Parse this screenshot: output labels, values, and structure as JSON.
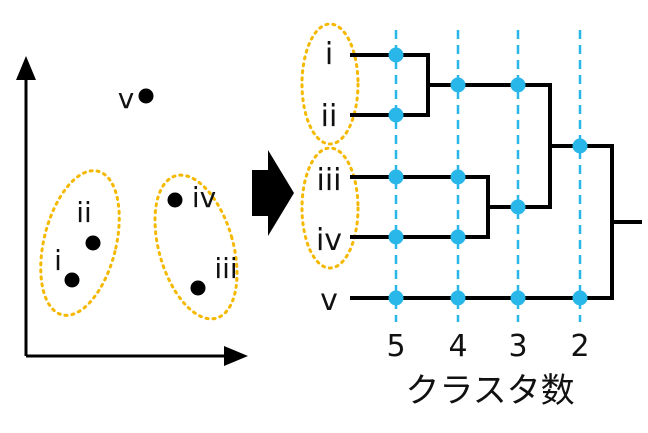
{
  "scatter": {
    "points": [
      {
        "id": "i",
        "label": "i"
      },
      {
        "id": "ii",
        "label": "ii"
      },
      {
        "id": "iii",
        "label": "iii"
      },
      {
        "id": "iv",
        "label": "iv"
      },
      {
        "id": "v",
        "label": "v"
      }
    ]
  },
  "dendrogram": {
    "leaves": [
      "i",
      "ii",
      "iii",
      "iv",
      "v"
    ],
    "cluster_counts": [
      "5",
      "4",
      "3",
      "2"
    ],
    "axis_label": "クラスタ数"
  },
  "colors": {
    "highlight": "#F5B800",
    "cut_line": "#29B6E8",
    "ink": "#000000"
  }
}
